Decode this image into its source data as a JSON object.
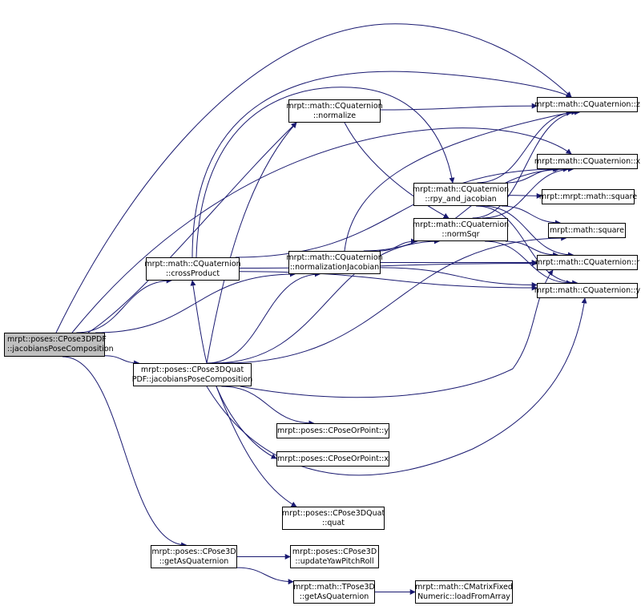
{
  "colors": {
    "edge": "#191970",
    "node_border": "#000000",
    "root_fill": "#bfbfbf"
  },
  "nodes": {
    "root": {
      "l1": "mrpt::poses::CPose3DPDF",
      "l2": "::jacobiansPoseComposition"
    },
    "cross": {
      "l1": "mrpt::math::CQuaternion",
      "l2": "::crossProduct"
    },
    "quatpdf": {
      "l1": "mrpt::poses::CPose3DQuat",
      "l2": "PDF::jacobiansPoseComposition"
    },
    "getasq": {
      "l1": "mrpt::poses::CPose3D",
      "l2": "::getAsQuaternion"
    },
    "normalize": {
      "l1": "mrpt::math::CQuaternion",
      "l2": "::normalize"
    },
    "normjac": {
      "l1": "mrpt::math::CQuaternion",
      "l2": "::normalizationJacobian"
    },
    "rpy": {
      "l1": "mrpt::math::CQuaternion",
      "l2": "::rpy_and_jacobian"
    },
    "normsqr": {
      "l1": "mrpt::math::CQuaternion",
      "l2": "::normSqr"
    },
    "qz": {
      "l1": "mrpt::math::CQuaternion::z"
    },
    "qx": {
      "l1": "mrpt::math::CQuaternion::x"
    },
    "sq1": {
      "l1": "mrpt::mrpt::math::square"
    },
    "sq2": {
      "l1": "mrpt::math::square"
    },
    "qr": {
      "l1": "mrpt::math::CQuaternion::r"
    },
    "qy": {
      "l1": "mrpt::math::CQuaternion::y"
    },
    "por_y": {
      "l1": "mrpt::poses::CPoseOrPoint::y"
    },
    "por_x": {
      "l1": "mrpt::poses::CPoseOrPoint::x"
    },
    "quat": {
      "l1": "mrpt::poses::CPose3DQuat",
      "l2": "::quat"
    },
    "updateypr": {
      "l1": "mrpt::poses::CPose3D",
      "l2": "::updateYawPitchRoll"
    },
    "tpose": {
      "l1": "mrpt::math::TPose3D",
      "l2": "::getAsQuaternion"
    },
    "cmatrix": {
      "l1": "mrpt::math::CMatrixFixed",
      "l2": "Numeric::loadFromArray"
    }
  },
  "edges": [
    [
      "root",
      "cross"
    ],
    [
      "root",
      "quatpdf"
    ],
    [
      "root",
      "getasq"
    ],
    [
      "root",
      "normjac"
    ],
    [
      "root",
      "qz"
    ],
    [
      "root",
      "qx"
    ],
    [
      "root",
      "normalize"
    ],
    [
      "cross",
      "qz"
    ],
    [
      "cross",
      "qx"
    ],
    [
      "cross",
      "qr"
    ],
    [
      "cross",
      "qy"
    ],
    [
      "cross",
      "rpy"
    ],
    [
      "normalize",
      "normsqr"
    ],
    [
      "normalize",
      "qz"
    ],
    [
      "normjac",
      "normsqr"
    ],
    [
      "normjac",
      "qz"
    ],
    [
      "normjac",
      "qx"
    ],
    [
      "normjac",
      "qr"
    ],
    [
      "normjac",
      "qy"
    ],
    [
      "rpy",
      "qz"
    ],
    [
      "rpy",
      "qx"
    ],
    [
      "rpy",
      "sq1"
    ],
    [
      "rpy",
      "sq2"
    ],
    [
      "rpy",
      "qr"
    ],
    [
      "rpy",
      "qy"
    ],
    [
      "normsqr",
      "qz"
    ],
    [
      "normsqr",
      "qx"
    ],
    [
      "normsqr",
      "qr"
    ],
    [
      "normsqr",
      "qy"
    ],
    [
      "quatpdf",
      "normjac"
    ],
    [
      "quatpdf",
      "normalize"
    ],
    [
      "quatpdf",
      "cross"
    ],
    [
      "quatpdf",
      "normsqr"
    ],
    [
      "quatpdf",
      "sq2"
    ],
    [
      "quatpdf",
      "qr"
    ],
    [
      "quatpdf",
      "qy"
    ],
    [
      "quatpdf",
      "por_y"
    ],
    [
      "quatpdf",
      "por_x"
    ],
    [
      "quatpdf",
      "quat"
    ],
    [
      "getasq",
      "updateypr"
    ],
    [
      "getasq",
      "tpose"
    ],
    [
      "tpose",
      "cmatrix"
    ]
  ]
}
